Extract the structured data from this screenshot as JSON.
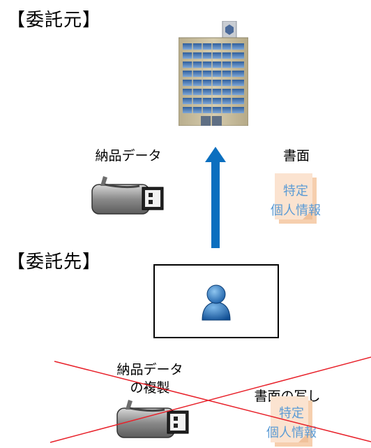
{
  "client_section": {
    "heading": "【委託元】",
    "building_icon": "office-building-icon",
    "items": [
      {
        "label": "納品データ",
        "icon": "usb-drive-icon"
      },
      {
        "label": "書面",
        "icon": "document-icon",
        "doc_lines": [
          "特定",
          "個人情報"
        ]
      }
    ],
    "arrow_icon": "upload-arrow-icon"
  },
  "contractor_section": {
    "heading": "【委託先】",
    "person_icon": "person-icon",
    "crossed_out_items": [
      {
        "label_lines": [
          "納品データ",
          "の複製"
        ],
        "icon": "usb-drive-icon"
      },
      {
        "label": "書面の写し",
        "icon": "document-icon",
        "doc_lines": [
          "特定",
          "個人情報"
        ]
      }
    ],
    "cross_color": "#e8212a"
  },
  "colors": {
    "arrow": "#0b6fbf",
    "doc_text": "#5b9bd5",
    "doc_paper": "#fbe3d0"
  }
}
